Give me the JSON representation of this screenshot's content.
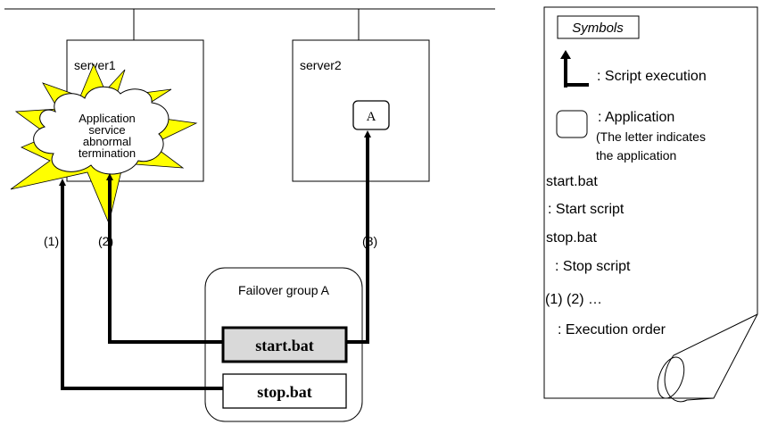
{
  "servers": [
    {
      "label": "server1"
    },
    {
      "label": "server2"
    }
  ],
  "fault": {
    "lines": [
      "Application",
      "service",
      "abnormal",
      "termination"
    ]
  },
  "app_a": {
    "label": "A"
  },
  "failover_group": {
    "title": "Failover group A",
    "start_label": "start.bat",
    "stop_label": "stop.bat"
  },
  "steps": {
    "step1": "(1)",
    "step2": "(2)",
    "step3": "(3)"
  },
  "legend": {
    "title": "Symbols",
    "script_execution": ": Script execution",
    "application_line1": ": Application",
    "application_line2": "(The letter indicates",
    "application_line3": "the application",
    "start_bat": "start.bat",
    "start_script": ": Start script",
    "stop_bat": "stop.bat",
    "stop_script": ": Stop script",
    "order_example": "(1) (2) …",
    "execution_order": ": Execution order"
  },
  "colors": {
    "burst_fill": "#ffff00",
    "start_box_fill": "#d9d9d9",
    "line": "#000000"
  }
}
